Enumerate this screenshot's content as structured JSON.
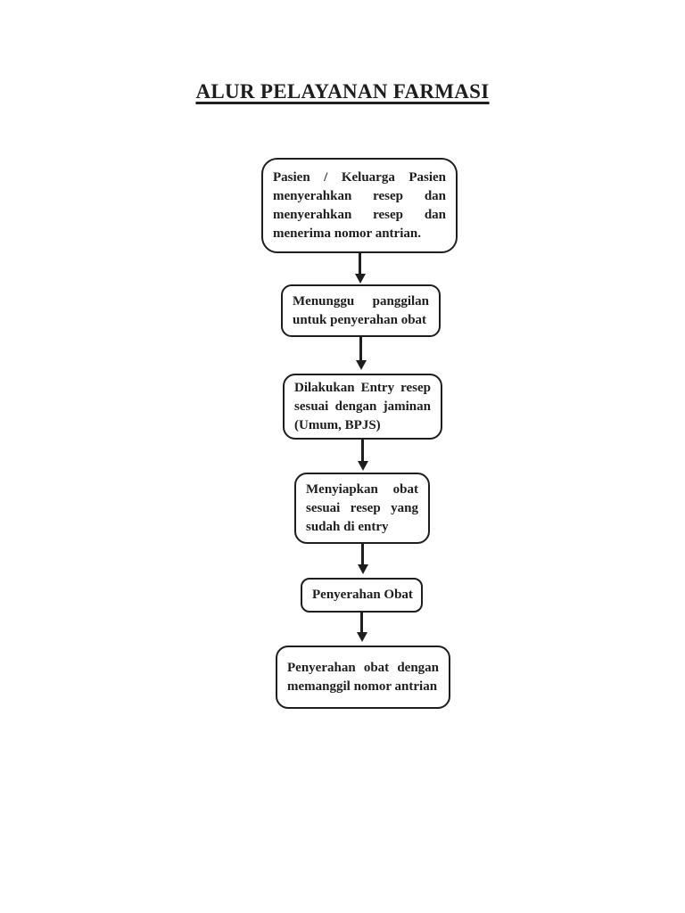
{
  "page": {
    "title": "ALUR PELAYANAN FARMASI"
  },
  "flowchart": {
    "nodes": [
      {
        "id": "patient-submits-prescription",
        "lines": [
          "Pasien / Keluarga Pasien",
          "menyerahkan resep dan",
          "menyerahkan resep dan",
          "menerima nomor antrian."
        ]
      },
      {
        "id": "wait-for-call",
        "lines": [
          "Menunggu panggilan",
          "untuk penyerahan obat"
        ]
      },
      {
        "id": "prescription-entry",
        "lines": [
          "Dilakukan Entry resep",
          "sesuai dengan jaminan",
          "(Umum, BPJS)"
        ]
      },
      {
        "id": "prepare-medicine",
        "lines": [
          "Menyiapkan obat",
          "sesuai resep yang",
          "sudah di entry"
        ]
      },
      {
        "id": "medicine-handover",
        "lines": [
          "Penyerahan Obat"
        ]
      },
      {
        "id": "handover-with-queue-number",
        "lines": [
          "Penyerahan obat dengan",
          "memanggil nomor antrian"
        ]
      }
    ],
    "edges": [
      [
        0,
        1
      ],
      [
        1,
        2
      ],
      [
        2,
        3
      ],
      [
        3,
        4
      ],
      [
        4,
        5
      ]
    ]
  }
}
